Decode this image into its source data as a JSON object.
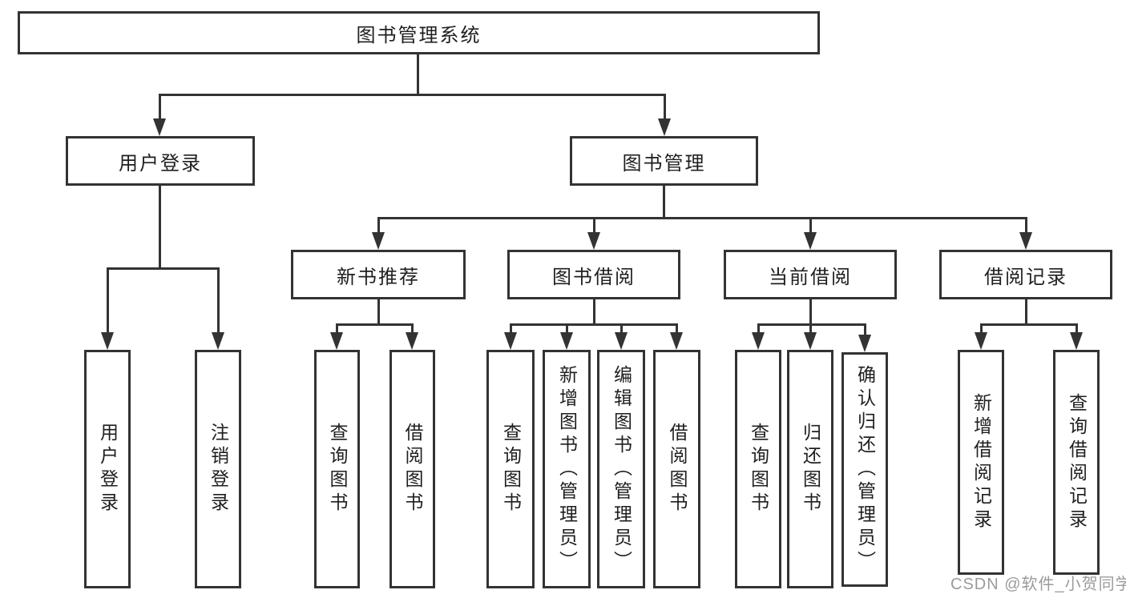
{
  "tree": {
    "root": "图书管理系统",
    "branches": [
      {
        "label": "用户登录",
        "leaves": [
          "用户登录",
          "注销登录"
        ]
      },
      {
        "label": "图书管理",
        "groups": [
          {
            "label": "新书推荐",
            "leaves": [
              "查询图书",
              "借阅图书"
            ]
          },
          {
            "label": "图书借阅",
            "leaves": [
              "查询图书",
              "新增图书（管理员）",
              "编辑图书（管理员）",
              "借阅图书"
            ]
          },
          {
            "label": "当前借阅",
            "leaves": [
              "查询图书",
              "归还图书",
              "确认归还（管理员）"
            ]
          },
          {
            "label": "借阅记录",
            "leaves": [
              "新增借阅记录",
              "查询借阅记录"
            ]
          }
        ]
      }
    ]
  },
  "watermark": {
    "text": "CSDN @软件_小贺同学"
  },
  "colors": {
    "line": "#333333",
    "box_background": "#ffffff",
    "text": "#1f1f1f",
    "watermark": "#9b9b9b"
  }
}
